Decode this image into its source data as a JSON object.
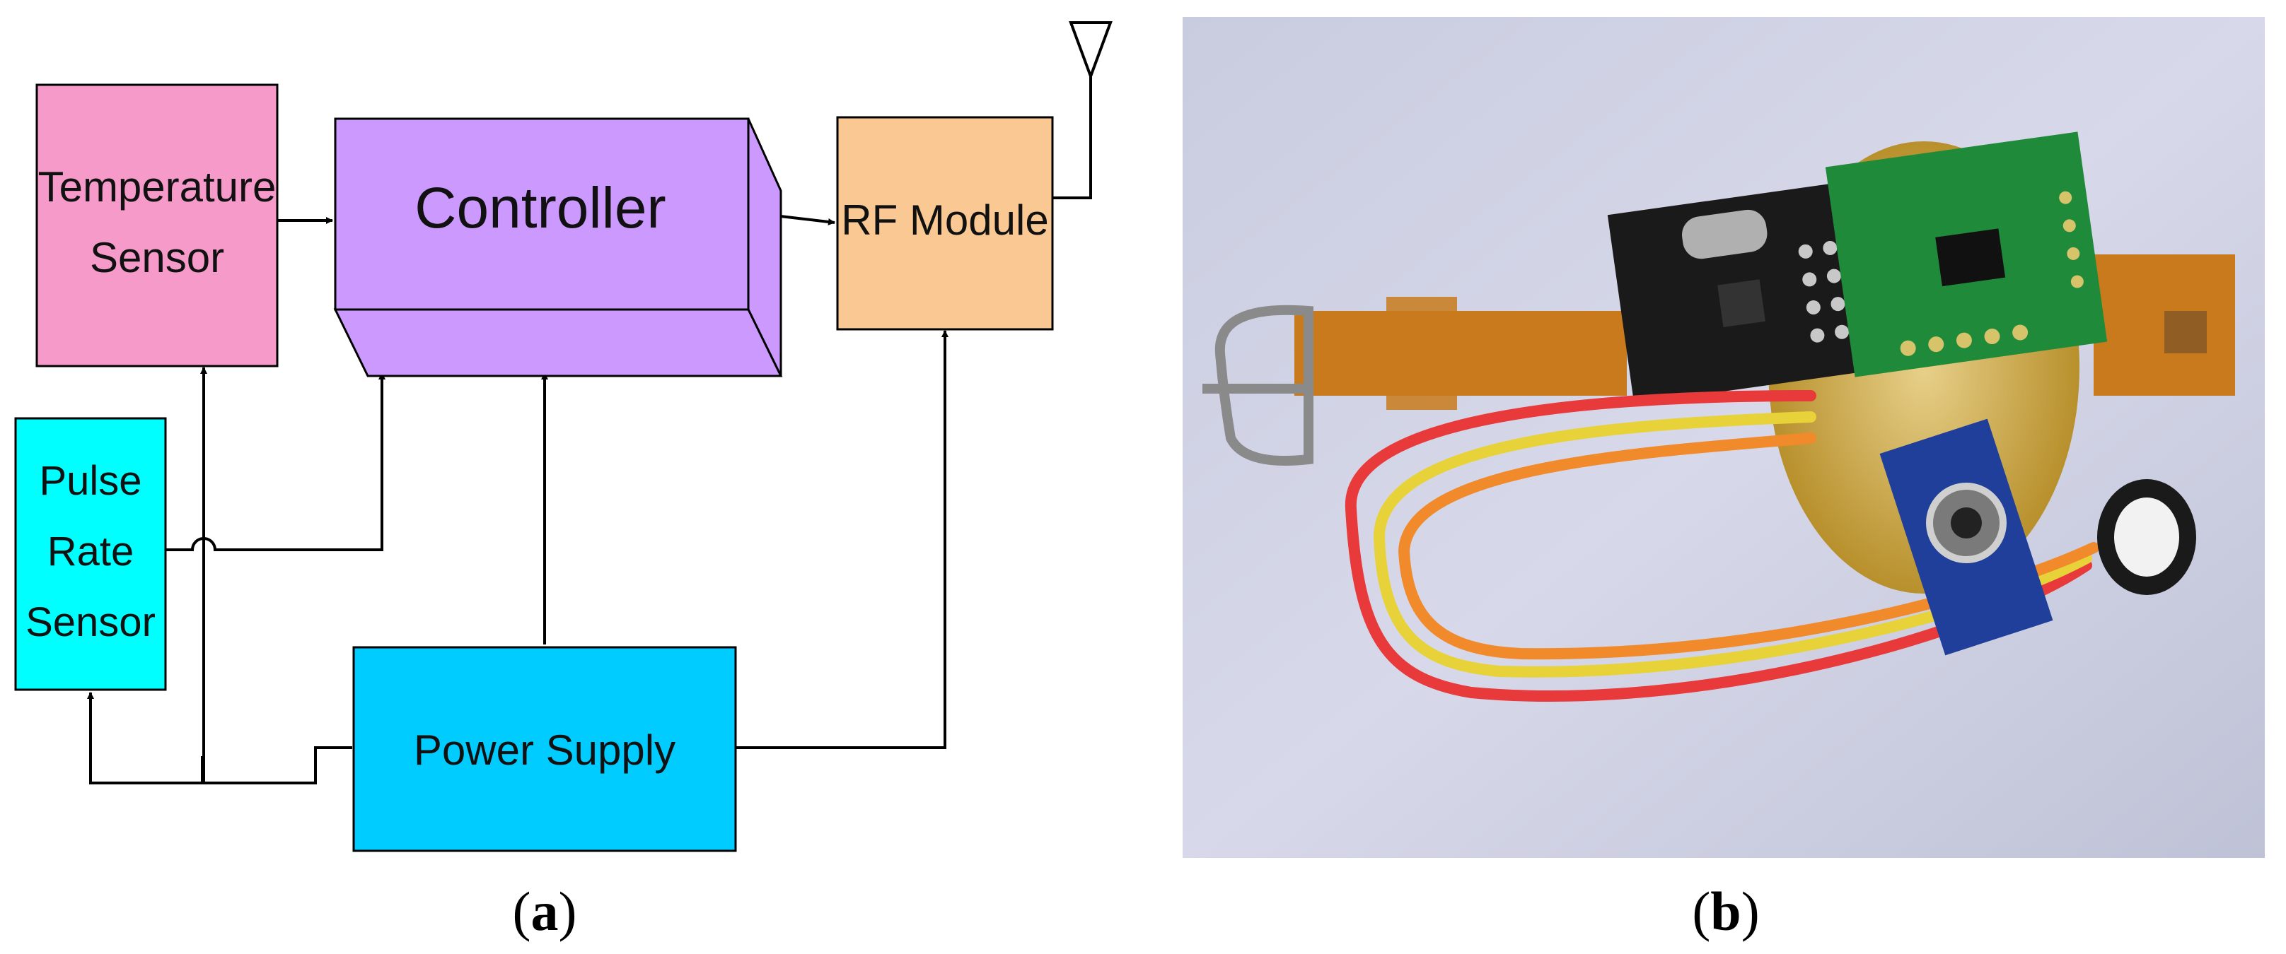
{
  "diagram": {
    "blocks": {
      "temperature_sensor": {
        "lines": [
          "Temperature",
          "Sensor"
        ],
        "color": "#f69ac9"
      },
      "controller": {
        "lines": [
          "Controller"
        ],
        "color": "#cc99ff"
      },
      "rf_module": {
        "lines": [
          "RF Module"
        ],
        "color": "#fac892"
      },
      "pulse_rate_sensor": {
        "lines": [
          "Pulse",
          "Rate",
          "Sensor"
        ],
        "color": "#00ffff"
      },
      "power_supply": {
        "lines": [
          "Power Supply"
        ],
        "color": "#00ccff"
      }
    },
    "edges": [
      {
        "from": "temperature_sensor",
        "to": "controller"
      },
      {
        "from": "controller",
        "to": "rf_module"
      },
      {
        "from": "pulse_rate_sensor",
        "to": "controller"
      },
      {
        "from": "power_supply",
        "to": "controller"
      },
      {
        "from": "power_supply",
        "to": "rf_module"
      },
      {
        "from": "power_supply",
        "to": "temperature_sensor"
      },
      {
        "from": "power_supply",
        "to": "pulse_rate_sensor"
      }
    ],
    "caption_prefix": "(",
    "caption_letter": "a",
    "caption_suffix": ")"
  },
  "photo": {
    "colors": {
      "background": "#d7d9ea",
      "strap": "#c97a1c",
      "board_black": "#1a1a1a",
      "board_green": "#1f8a3a",
      "board_blue": "#1f3f9a",
      "wire_red": "#e83a3a",
      "wire_yellow": "#e8d23a",
      "wire_orange": "#f08a2a"
    },
    "caption_prefix": "(",
    "caption_letter": "b",
    "caption_suffix": ")"
  }
}
